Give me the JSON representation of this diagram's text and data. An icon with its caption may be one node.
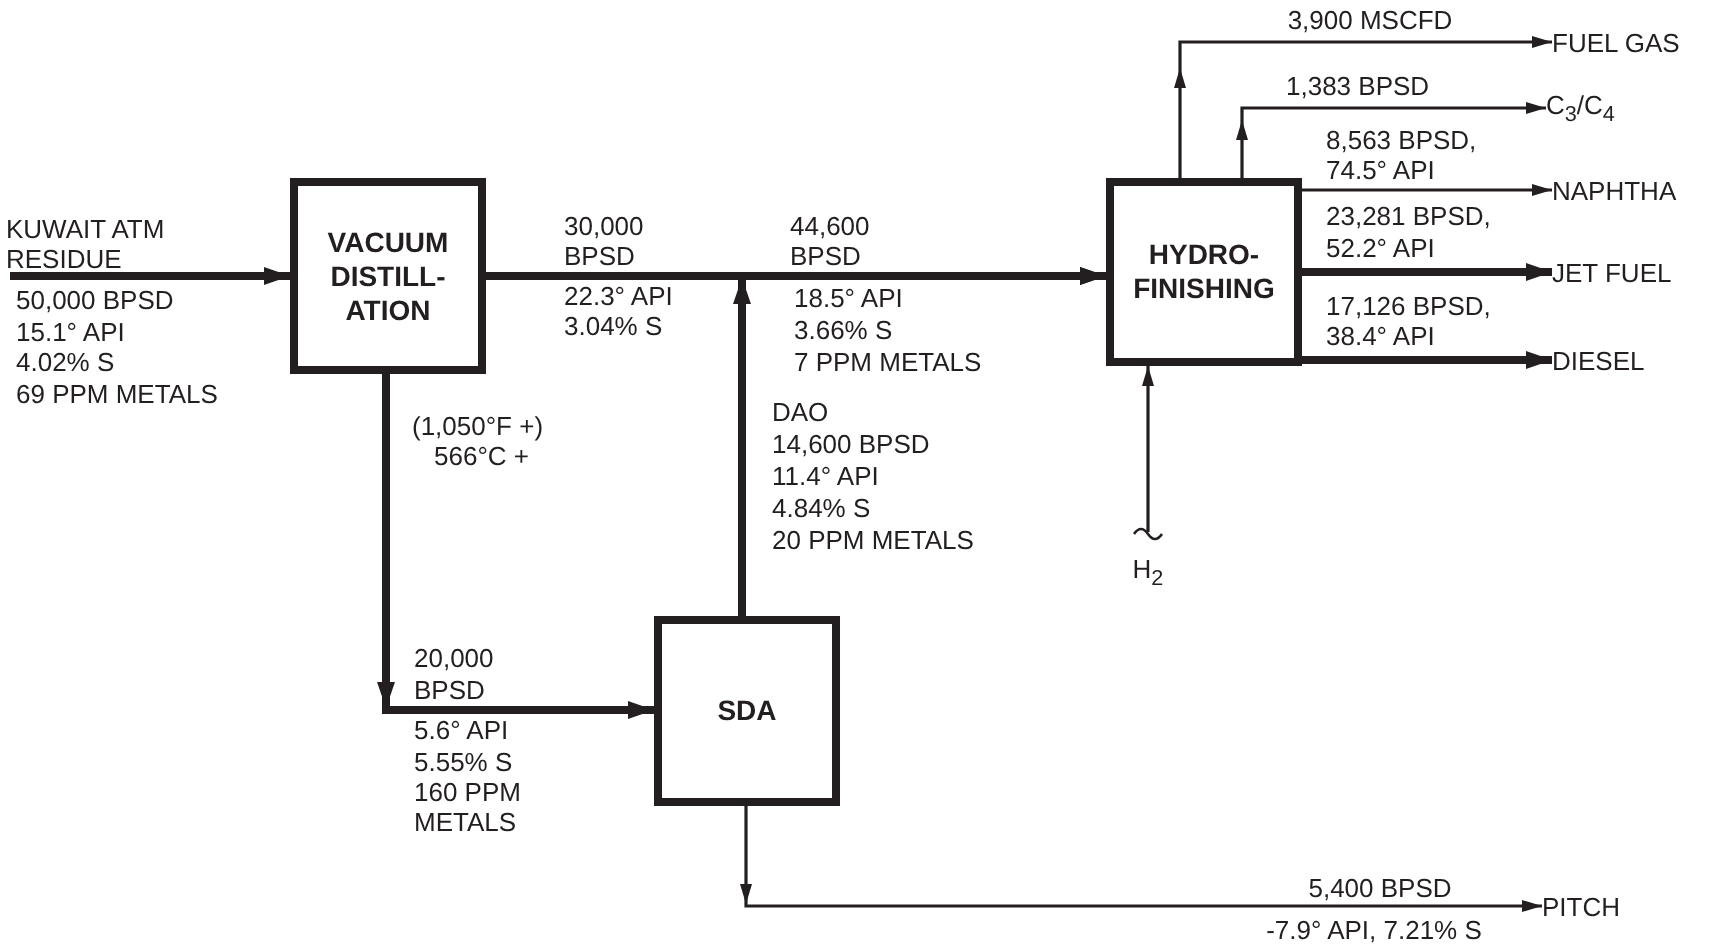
{
  "diagram": {
    "nodes": [
      {
        "text": [
          "VACUUM DISTILL-ATION"
        ]
      },
      {
        "text": [
          "SDA"
        ]
      },
      {
        "text": [
          "HYDRO-FINISHING"
        ]
      },
      {
        "text": [
          "FUEL GAS"
        ]
      },
      {
        "text": [
          "C$_{3}$/C$_{4}$"
        ]
      },
      {
        "text": [
          "NAPHTHA"
        ]
      },
      {
        "text": [
          "JET FUEL"
        ]
      },
      {
        "text": [
          "DIESEL"
        ]
      },
      {
        "text": [
          "PITCH"
        ]
      },
      {
        "text": [
          "H$_{2}$"
        ]
      },
      {
        "text": [
          "KUWAIT ATM RESIDUE"
        ]
      }
    ],
    "edges": [
      {
        "from": 10,
        "to": 0,
        "arrow": "to"
      },
      {
        "from": 0,
        "to": 2,
        "arrow": "to"
      },
      {
        "from": 1,
        "to": 2,
        "arrow": "to"
      },
      {
        "from": 0,
        "to": 1,
        "arrow": "to"
      },
      {
        "from": 1,
        "to": 8,
        "arrow": "to"
      },
      {
        "from": 2,
        "to": 3,
        "arrow": "to"
      },
      {
        "from": 2,
        "to": 4,
        "arrow": "to"
      },
      {
        "from": 2,
        "to": 5,
        "arrow": "to"
      },
      {
        "from": 2,
        "to": 6,
        "arrow": "to"
      },
      {
        "from": 2,
        "to": 7,
        "arrow": "to"
      },
      {
        "from": 9,
        "to": 2,
        "arrow": "to"
      }
    ],
    "labels": [
      "50,000 BPSD",
      "15.1° API",
      "4.02% S",
      "69 PPM METALS",
      "30,000",
      "BPSD",
      "22.3° API",
      "3.04% S",
      "44,600",
      "BPSD",
      "18.5° API",
      "3.66% S",
      "7 PPM METALS",
      "DAO",
      "14,600 BPSD",
      "11.4° API",
      "4.84% S",
      "20 PPM METALS",
      "(1,050°F +)",
      "566°C +",
      "20,000",
      "BPSD",
      "5.6° API",
      "5.55% S",
      "160 PPM",
      "METALS",
      "3,900 MSCFD",
      "1,383 BPSD",
      "8,563 BPSD,",
      "74.5° API",
      "23,281 BPSD,",
      "52.2° API",
      "17,126 BPSD,",
      "38.4° API",
      "5,400 BPSD",
      "-7.9° API, 7.21% S"
    ]
  }
}
